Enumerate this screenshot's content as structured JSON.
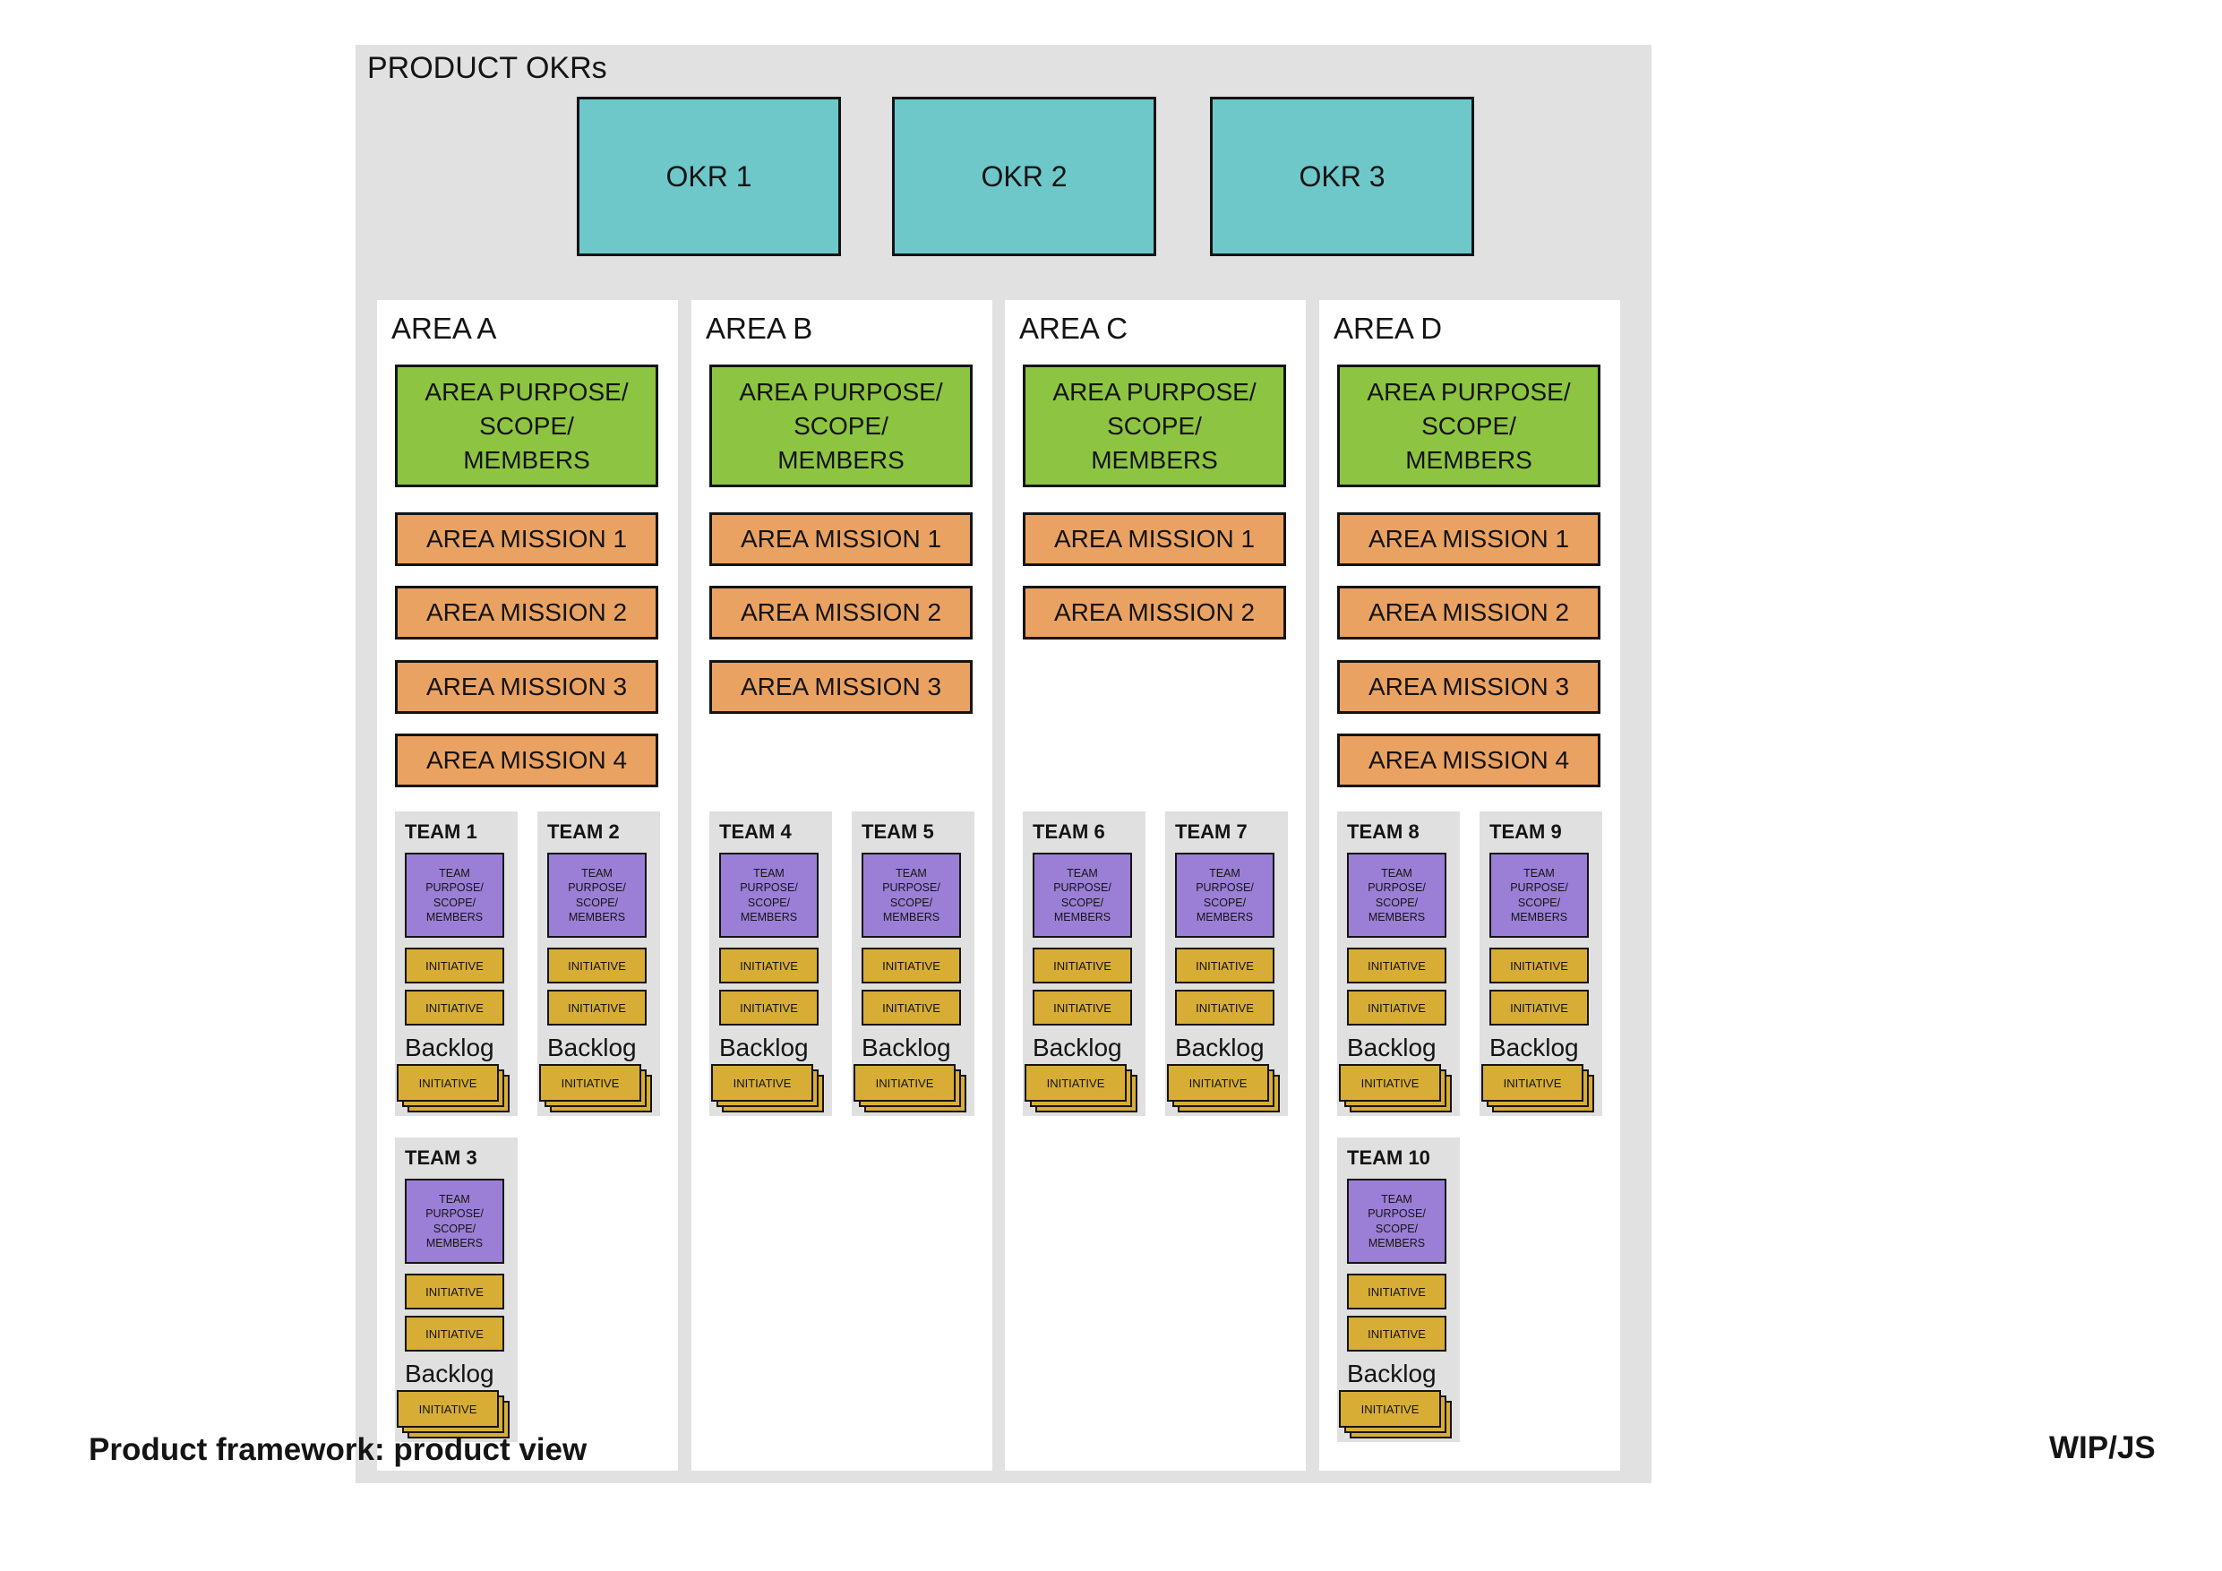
{
  "colors": {
    "canvas_bg": "#ffffff",
    "container_bg": "#e1e1e1",
    "panel_bg": "#ffffff",
    "team_bg": "#e0e0e0",
    "okr_fill": "#6ec8ca",
    "purpose_fill": "#8dc442",
    "mission_fill": "#eaa262",
    "team_purpose_fill": "#9b7fd6",
    "initiative_fill": "#d7ad35",
    "border": "#141414",
    "text": "#141414"
  },
  "header": {
    "title": "PRODUCT OKRs",
    "okrs": [
      "OKR 1",
      "OKR 2",
      "OKR 3"
    ]
  },
  "shared": {
    "area_purpose": "AREA PURPOSE/\nSCOPE/\nMEMBERS",
    "team_purpose": "TEAM\nPURPOSE/\nSCOPE/\nMEMBERS",
    "initiative_label": "INITIATIVE",
    "backlog_label": "Backlog"
  },
  "areas": [
    {
      "name": "AREA A",
      "missions": [
        "AREA MISSION 1",
        "AREA MISSION 2",
        "AREA MISSION 3",
        "AREA MISSION 4"
      ],
      "teams": [
        {
          "title": "TEAM 1"
        },
        {
          "title": "TEAM 2"
        },
        {
          "title": "TEAM 3"
        }
      ]
    },
    {
      "name": "AREA B",
      "missions": [
        "AREA MISSION 1",
        "AREA MISSION 2",
        "AREA MISSION 3"
      ],
      "teams": [
        {
          "title": "TEAM 4"
        },
        {
          "title": "TEAM 5"
        }
      ]
    },
    {
      "name": "AREA C",
      "missions": [
        "AREA MISSION 1",
        "AREA MISSION 2"
      ],
      "teams": [
        {
          "title": "TEAM 6"
        },
        {
          "title": "TEAM 7"
        }
      ]
    },
    {
      "name": "AREA D",
      "missions": [
        "AREA MISSION 1",
        "AREA MISSION 2",
        "AREA MISSION 3",
        "AREA MISSION 4"
      ],
      "teams": [
        {
          "title": "TEAM 8"
        },
        {
          "title": "TEAM 9"
        },
        {
          "title": "TEAM 10"
        }
      ]
    }
  ],
  "footer": {
    "caption": "Product framework: product view",
    "credit": "WIP/JS"
  }
}
